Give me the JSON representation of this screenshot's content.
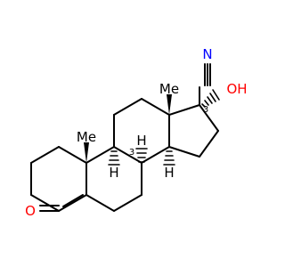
{
  "structure": {
    "atoms": {
      "carbonyl_o": "O",
      "nitrile_n": "N",
      "hydroxyl": "OH",
      "methyl_c10": "Me",
      "methyl_c13": "Me",
      "h_c8": "H",
      "h_c9": "H",
      "h_c14": "H",
      "isotope_c10": "3",
      "isotope_c13": "3"
    },
    "colors": {
      "bond": "#000000",
      "carbon": "#000000",
      "oxygen": "#ff0000",
      "nitrogen": "#0000ff"
    }
  }
}
